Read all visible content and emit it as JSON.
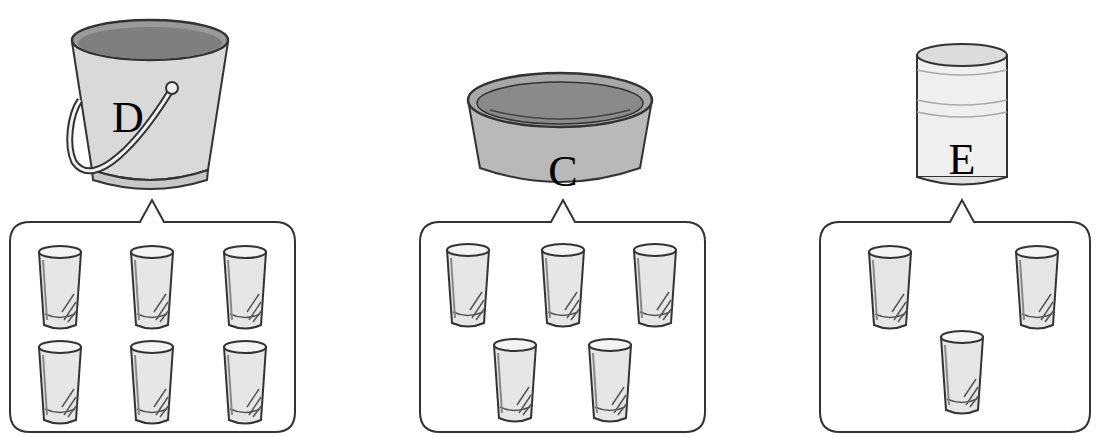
{
  "diagram": {
    "labels": [
      "D",
      "C",
      "E"
    ]
  }
}
